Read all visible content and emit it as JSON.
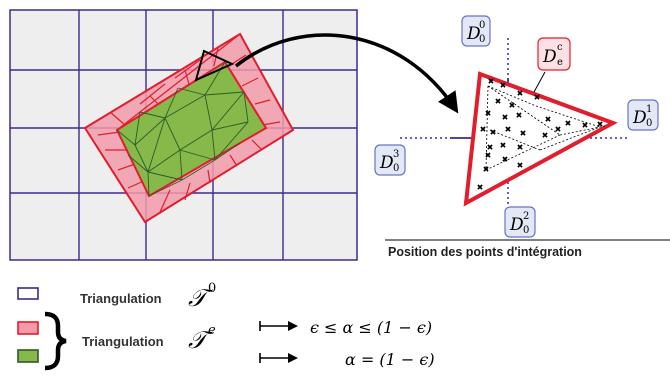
{
  "colors": {
    "grid_fill": "#eeeeee",
    "grid_line": "#3d2a8c",
    "red": "#e01e2e",
    "pink": "#f29aaa",
    "green": "#86b84a",
    "green_dark": "#2d5a2a",
    "label_bg": "#e3e8f6",
    "label_border": "#6a73c4",
    "label_red_bg": "#fbe0e4"
  },
  "zoom": {
    "caption": "Position des points d'intégration",
    "labels": [
      {
        "base": "D",
        "sub": "0",
        "sup": "0"
      },
      {
        "base": "D",
        "sub": "0",
        "sup": "1"
      },
      {
        "base": "D",
        "sub": "0",
        "sup": "2"
      },
      {
        "base": "D",
        "sub": "0",
        "sup": "3"
      }
    ],
    "element_label": {
      "base": "D",
      "sub": "e",
      "sup": "c"
    }
  },
  "legend": {
    "row1": {
      "label": "Triangulation",
      "symbol": "𝒯",
      "sup": "0"
    },
    "row2": {
      "label": "Triangulation",
      "symbol": "𝒯",
      "sup": "e"
    },
    "cond1": "ϵ ≤ α ≤ (1 − ϵ)",
    "cond2": "α = (1 − ϵ)"
  }
}
